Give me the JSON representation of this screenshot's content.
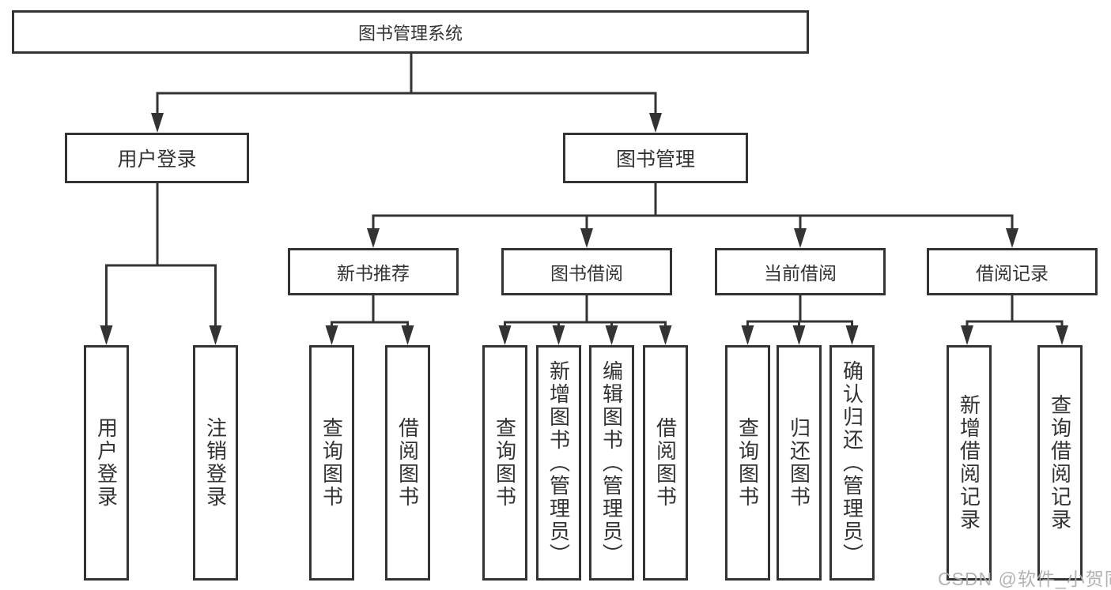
{
  "diagram_type": "hierarchy-chart",
  "colors": {
    "line": "#333333",
    "text": "#333333",
    "box_background": "#ffffff",
    "watermark": "#acacac"
  },
  "watermark": {
    "text": "CSDN @软件_小贺同学"
  },
  "tree": {
    "root": {
      "label": "图书管理系统",
      "children": [
        {
          "label": "用户登录",
          "children": [
            {
              "label": "用户登录"
            },
            {
              "label": "注销登录"
            }
          ]
        },
        {
          "label": "图书管理",
          "children": [
            {
              "label": "新书推荐",
              "children": [
                {
                  "label": "查询图书"
                },
                {
                  "label": "借阅图书"
                }
              ]
            },
            {
              "label": "图书借阅",
              "children": [
                {
                  "label": "查询图书"
                },
                {
                  "label": "新增图书（管理员）"
                },
                {
                  "label": "编辑图书（管理员）"
                },
                {
                  "label": "借阅图书"
                }
              ]
            },
            {
              "label": "当前借阅",
              "children": [
                {
                  "label": "查询图书"
                },
                {
                  "label": "归还图书"
                },
                {
                  "label": "确认归还（管理员）"
                }
              ]
            },
            {
              "label": "借阅记录",
              "children": [
                {
                  "label": "新增借阅记录"
                },
                {
                  "label": "查询借阅记录"
                }
              ]
            }
          ]
        }
      ]
    }
  }
}
